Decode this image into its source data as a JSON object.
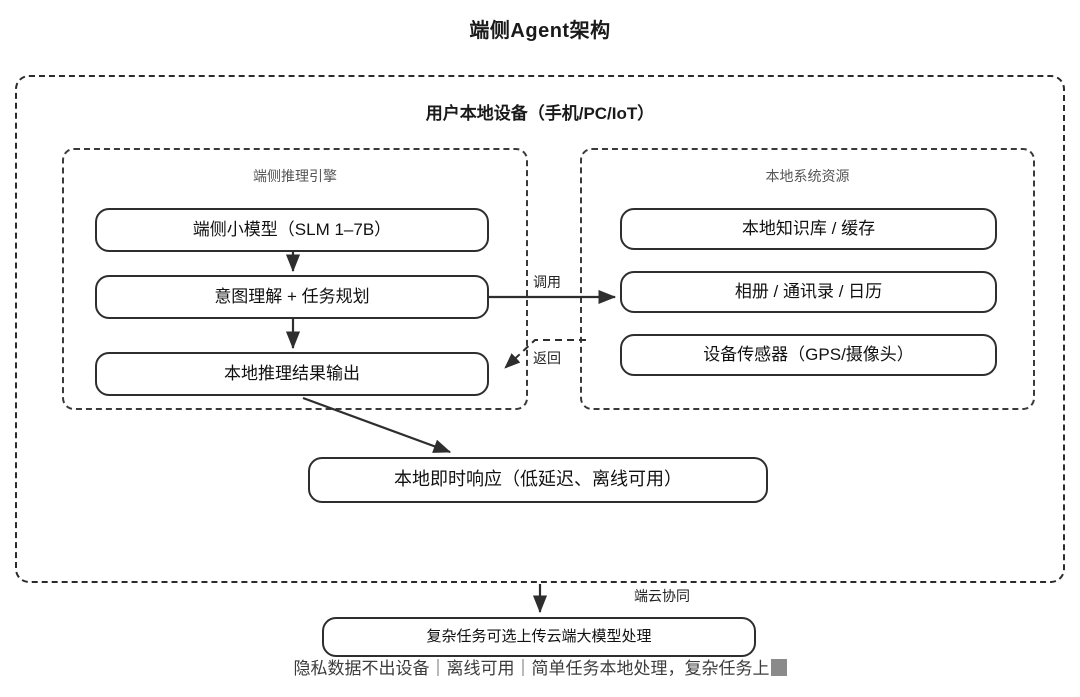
{
  "title": "端侧Agent架构",
  "device_container": {
    "label": "用户本地设备（手机/PC/IoT）"
  },
  "panels": [
    {
      "name": "engine",
      "label": "端侧推理引擎",
      "nodes": [
        {
          "id": "slm",
          "label": "端侧小模型（SLM 1–7B）"
        },
        {
          "id": "intent",
          "label": "意图理解 + 任务规划"
        },
        {
          "id": "output",
          "label": "本地推理结果输出"
        }
      ]
    },
    {
      "name": "resources",
      "label": "本地系统资源",
      "nodes": [
        {
          "id": "kb",
          "label": "本地知识库 / 缓存"
        },
        {
          "id": "personal",
          "label": "相册 / 通讯录 / 日历"
        },
        {
          "id": "sensors",
          "label": "设备传感器（GPS/摄像头）"
        }
      ]
    }
  ],
  "edges": [
    {
      "id": "call",
      "label": "调用",
      "style": "solid",
      "from": "intent",
      "to": "resources"
    },
    {
      "id": "return",
      "label": "返回",
      "style": "dashed",
      "from": "resources",
      "to": "output"
    },
    {
      "id": "cloud-sync",
      "label": "端云协同",
      "style": "solid",
      "from": "device_container",
      "to": "cloud"
    }
  ],
  "response_node": {
    "label": "本地即时响应（低延迟、离线可用）"
  },
  "cloud_node": {
    "label": "复杂任务可选上传云端大模型处理"
  },
  "footer": {
    "caption": "隐私数据不出设备｜离线可用｜简单任务本地处理，复杂任务上"
  },
  "colors": {
    "stroke": "#2e2e2e",
    "dashed_stroke": "#2b2b2b",
    "panel_label": "#555555",
    "background": "#ffffff",
    "cursor_block": "#8a8a8a"
  }
}
